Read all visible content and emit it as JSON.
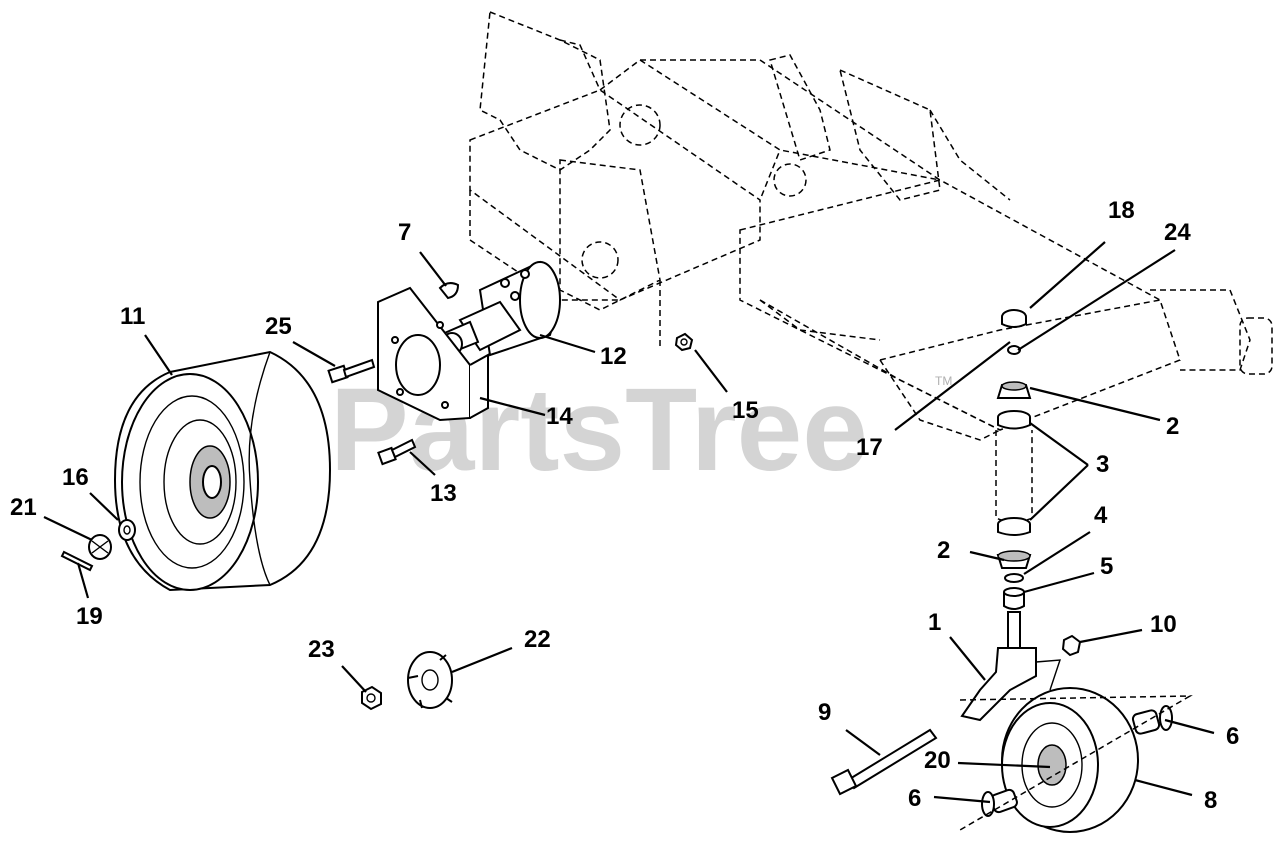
{
  "watermark": {
    "text": "PartsTree",
    "mark": "TM"
  },
  "callouts": [
    {
      "id": "1",
      "text": "1"
    },
    {
      "id": "2a",
      "text": "2"
    },
    {
      "id": "2b",
      "text": "2"
    },
    {
      "id": "3",
      "text": "3"
    },
    {
      "id": "4",
      "text": "4"
    },
    {
      "id": "5",
      "text": "5"
    },
    {
      "id": "6a",
      "text": "6"
    },
    {
      "id": "6b",
      "text": "6"
    },
    {
      "id": "7",
      "text": "7"
    },
    {
      "id": "8",
      "text": "8"
    },
    {
      "id": "9",
      "text": "9"
    },
    {
      "id": "10",
      "text": "10"
    },
    {
      "id": "11",
      "text": "11"
    },
    {
      "id": "12",
      "text": "12"
    },
    {
      "id": "13",
      "text": "13"
    },
    {
      "id": "14",
      "text": "14"
    },
    {
      "id": "15",
      "text": "15"
    },
    {
      "id": "16",
      "text": "16"
    },
    {
      "id": "17",
      "text": "17"
    },
    {
      "id": "18",
      "text": "18"
    },
    {
      "id": "19",
      "text": "19"
    },
    {
      "id": "20",
      "text": "20"
    },
    {
      "id": "21",
      "text": "21"
    },
    {
      "id": "22",
      "text": "22"
    },
    {
      "id": "23",
      "text": "23"
    },
    {
      "id": "24",
      "text": "24"
    },
    {
      "id": "25",
      "text": "25"
    }
  ]
}
